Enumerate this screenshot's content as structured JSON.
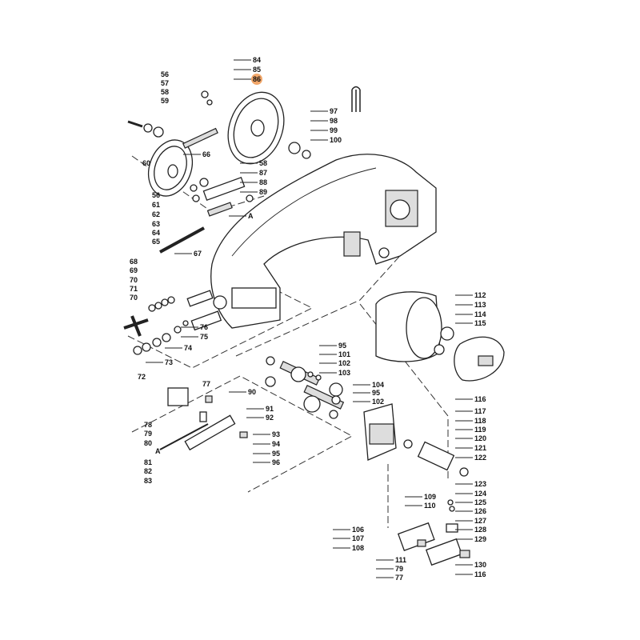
{
  "diagram": {
    "highlight_color": "#f2a76a",
    "highlighted_label": "86",
    "labels": [
      "56",
      "57",
      "58",
      "59",
      "60",
      "66",
      "58",
      "87",
      "88",
      "89",
      "56",
      "61",
      "62",
      "63",
      "64",
      "65",
      "67",
      "84",
      "85",
      "86",
      "97",
      "98",
      "99",
      "100",
      "A",
      "68",
      "69",
      "70",
      "71",
      "70",
      "76",
      "75",
      "74",
      "73",
      "72",
      "95",
      "101",
      "102",
      "103",
      "90",
      "104",
      "95",
      "102",
      "77",
      "91",
      "92",
      "78",
      "79",
      "80",
      "A",
      "81",
      "82",
      "83",
      "93",
      "94",
      "95",
      "96",
      "112",
      "113",
      "114",
      "115",
      "116",
      "117",
      "118",
      "119",
      "120",
      "121",
      "122",
      "123",
      "124",
      "125",
      "126",
      "127",
      "128",
      "129",
      "130",
      "116",
      "109",
      "110",
      "106",
      "107",
      "108",
      "111",
      "79",
      "77"
    ]
  }
}
